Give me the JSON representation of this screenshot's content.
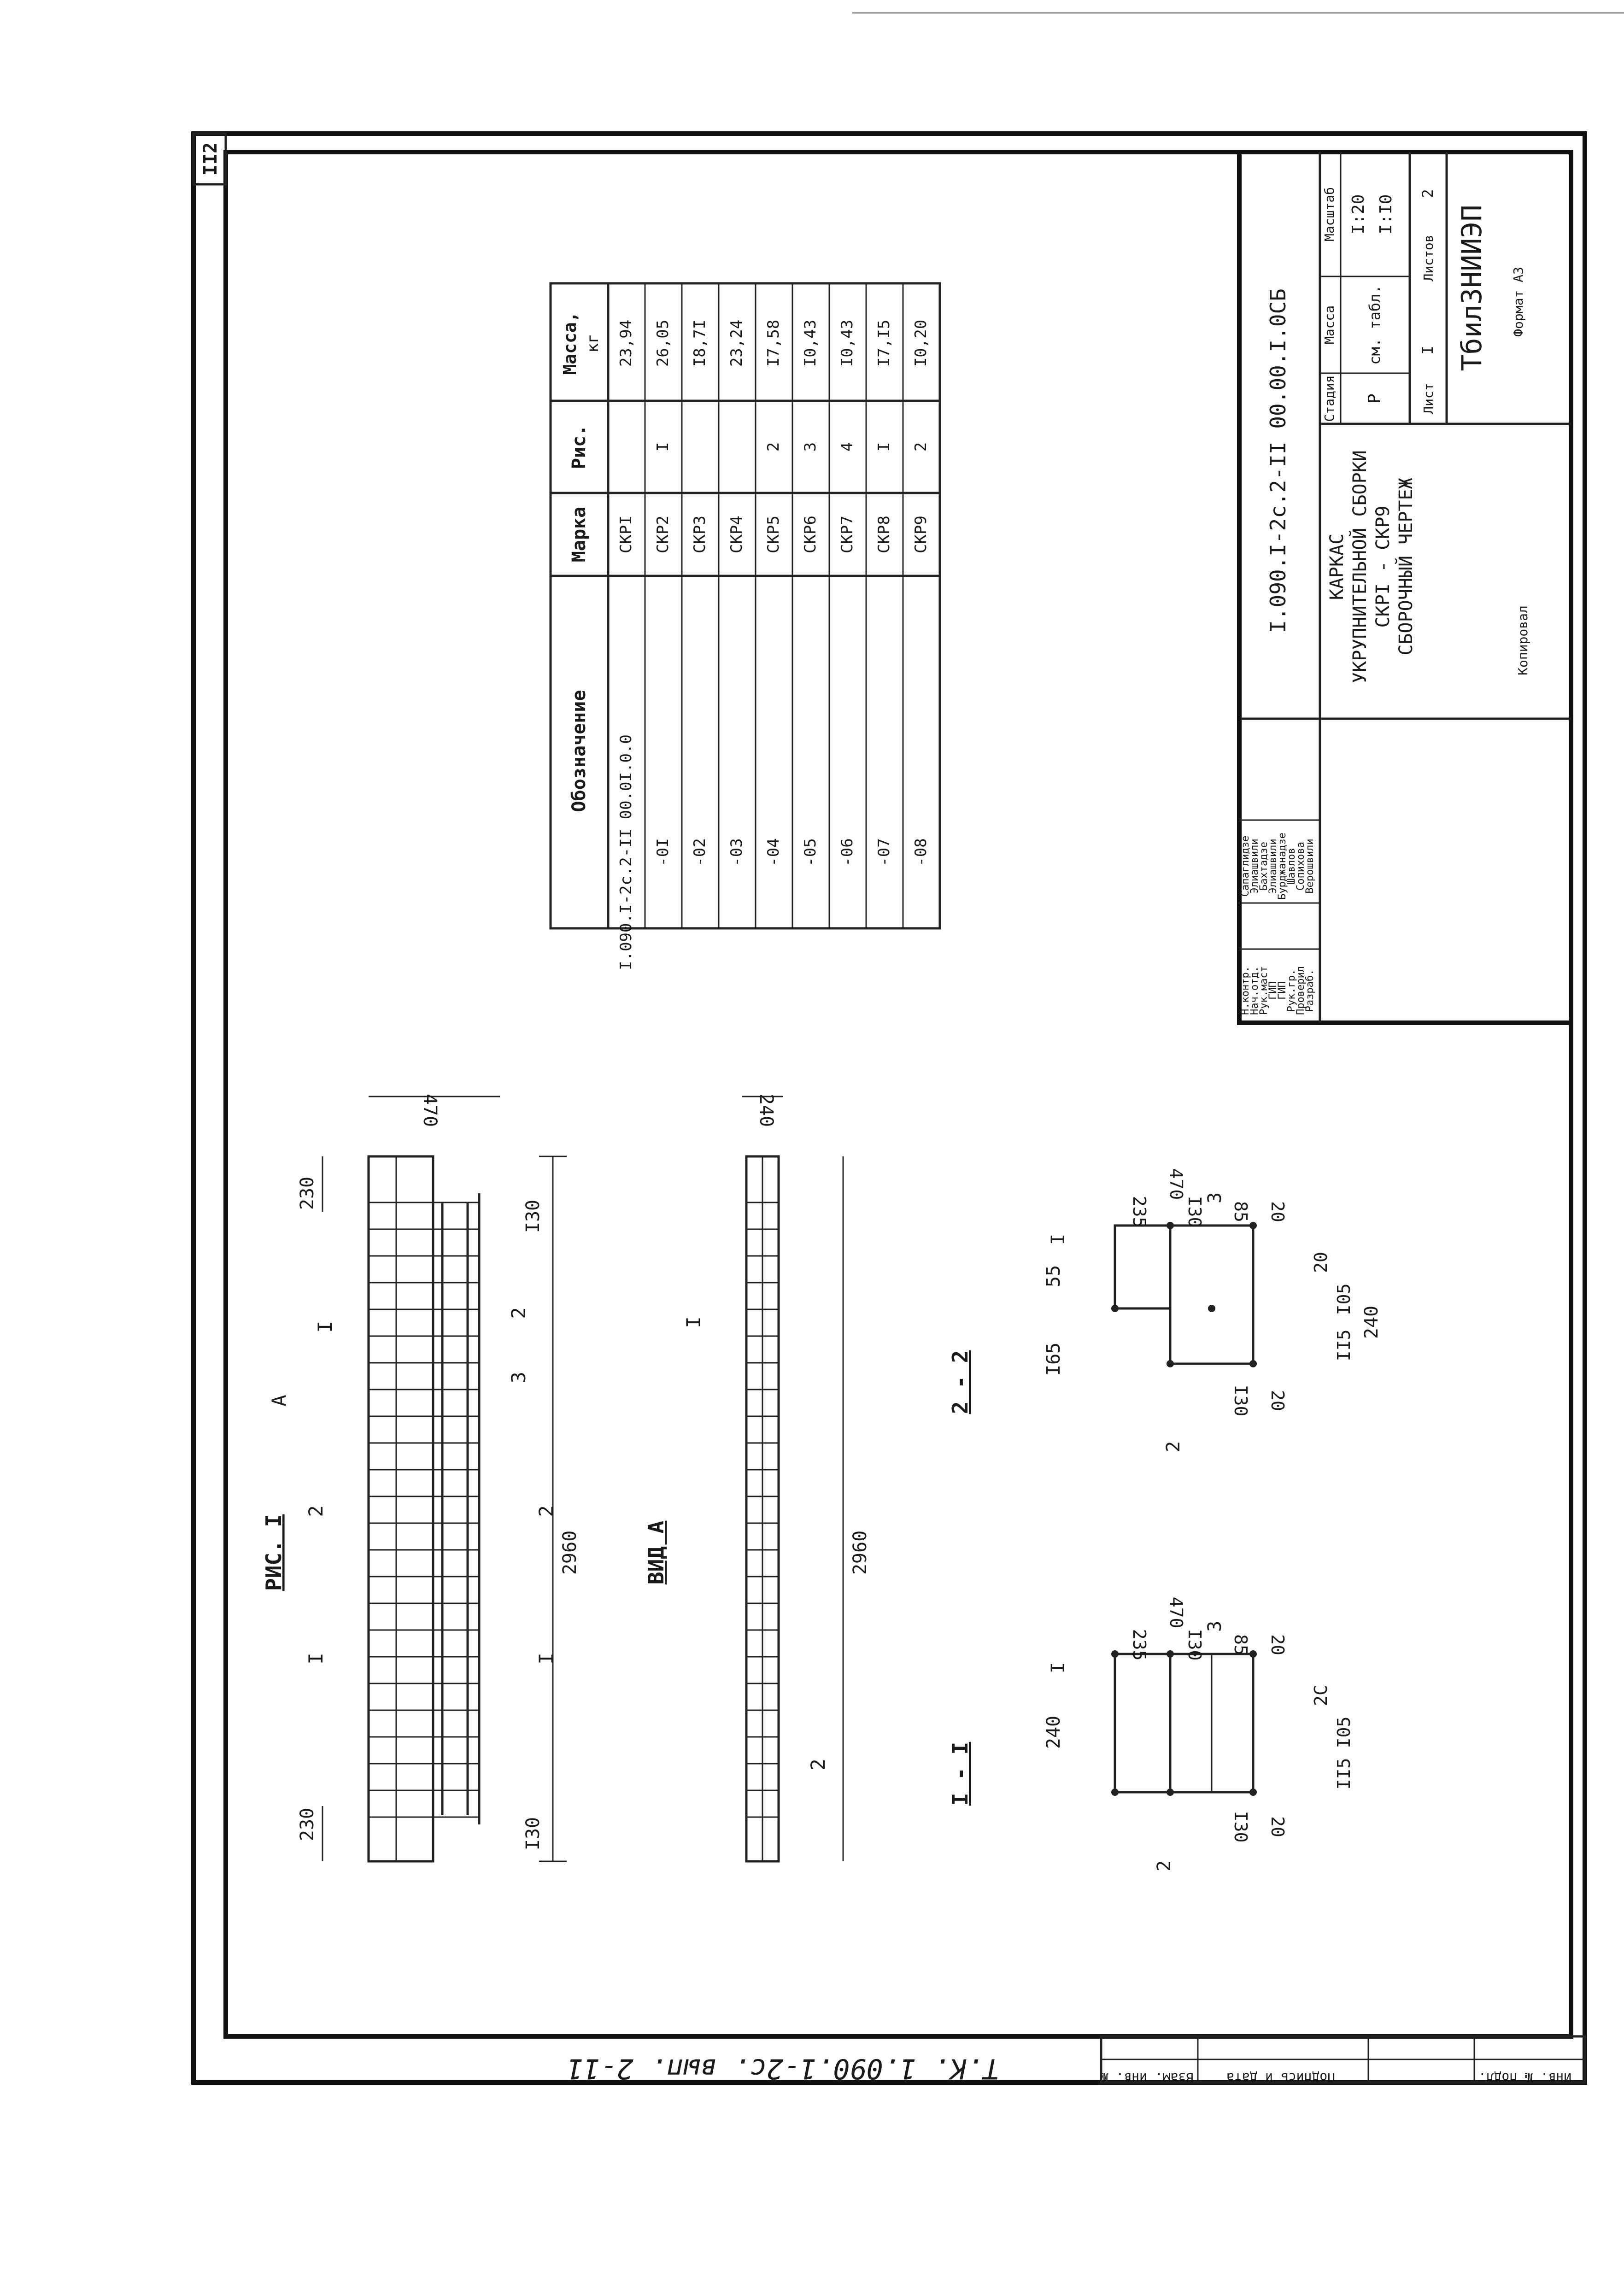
{
  "sheet_number": "II2",
  "format": "Формат А3",
  "copied": "Копировал",
  "side_stamp": {
    "inv_podl": "Инв. № подл.",
    "podpis": "Подпись и дата",
    "vzam": "Взам. инв. №",
    "handwritten": "Т.К. 1.090.1-2с. вып. 2-11"
  },
  "spec_table": {
    "headers": {
      "oboznachenie": "Обозначение",
      "marka": "Марка",
      "ris": "Рис.",
      "massa": "Масса,",
      "massa_unit": "кг"
    },
    "rows": [
      {
        "oboz": "I.090.I-2c.2-II 00.0I.0.0",
        "marka": "СКРI",
        "ris": "",
        "massa": "23,94"
      },
      {
        "oboz": "-0I",
        "marka": "СКР2",
        "ris": "I",
        "massa": "26,05"
      },
      {
        "oboz": "-02",
        "marka": "СКР3",
        "ris": "",
        "massa": "I8,7I"
      },
      {
        "oboz": "-03",
        "marka": "СКР4",
        "ris": "",
        "massa": "23,24"
      },
      {
        "oboz": "-04",
        "marka": "СКР5",
        "ris": "2",
        "massa": "I7,58"
      },
      {
        "oboz": "-05",
        "marka": "СКР6",
        "ris": "3",
        "massa": "I0,43"
      },
      {
        "oboz": "-06",
        "marka": "СКР7",
        "ris": "4",
        "massa": "I0,43"
      },
      {
        "oboz": "-07",
        "marka": "СКР8",
        "ris": "I",
        "massa": "I7,I5"
      },
      {
        "oboz": "-08",
        "marka": "СКР9",
        "ris": "2",
        "massa": "I0,20"
      }
    ]
  },
  "title_block": {
    "designation": "I.090.I-2c.2-II 00.00.I.0СБ",
    "name_lines": [
      "КАРКАС",
      "УКРУПНИТЕЛЬНОЙ СБОРКИ",
      "СКРI - СКР9",
      "СБОРОЧНЫЙ ЧЕРТЕЖ"
    ],
    "stadia_label": "Стадия",
    "stadia": "Р",
    "massa_label": "Масса",
    "massa": "см. табл.",
    "masshtab_label": "Масштаб",
    "masshtab": [
      "I:20",
      "I:I0"
    ],
    "list_label": "Лист",
    "list": "I",
    "listov_label": "Листов",
    "listov": "2",
    "org": "ТбилЗНИИЭП",
    "roles": [
      {
        "role": "Н.контр.",
        "name": "Сапаглидзе"
      },
      {
        "role": "Нач.отд.",
        "name": "Элиашвили"
      },
      {
        "role": "Рук.маст",
        "name": "Бахтадзе"
      },
      {
        "role": "ГИП",
        "name": "Элиашвили"
      },
      {
        "role": "ГИП",
        "name": "Бурджанадзе"
      },
      {
        "role": "Рук.гр.",
        "name": "Шавлов"
      },
      {
        "role": "Проверил",
        "name": "Сопихова"
      },
      {
        "role": "Разраб.",
        "name": "Верошвили"
      }
    ]
  },
  "drawing": {
    "ris_title": "РИС. I",
    "vid_title": "ВИД А",
    "sec1_title": "I - I",
    "sec2_title": "2 - 2",
    "dims": {
      "d2960": "2960",
      "d230": "230",
      "d130": "I30",
      "d470": "470",
      "d240": "240",
      "d235": "235",
      "d85": "85",
      "d20": "20",
      "d105": "I05",
      "d115": "II5",
      "d165": "I65",
      "d55": "55",
      "d20b": "2С"
    },
    "labels": {
      "one": "I",
      "two": "2",
      "three": "3",
      "A": "А"
    }
  }
}
